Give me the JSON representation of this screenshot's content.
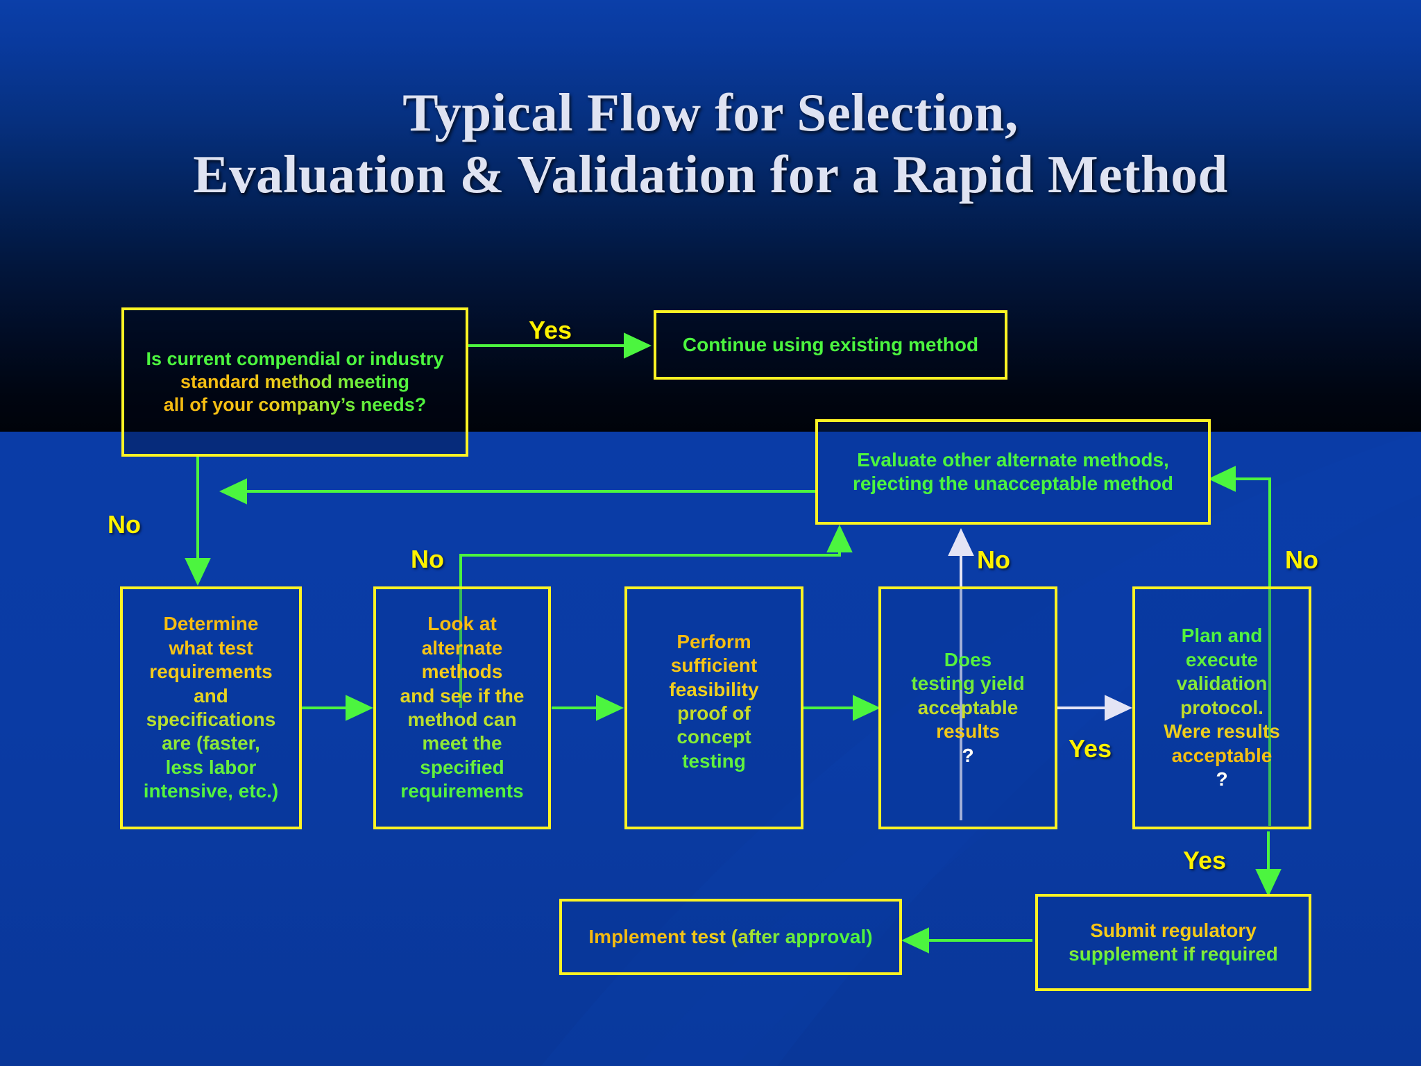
{
  "slide": {
    "title_line1": "Typical Flow for Selection,",
    "title_line2": "Evaluation & Validation for a Rapid Method",
    "background_top_color": "#0b3fa9",
    "background_bottom_color": "#0a3ca7",
    "box_border_color": "#fdf324",
    "text_gold_color": "#f4b70f",
    "text_green_color": "#4cf53f",
    "label_color": "#fff200",
    "arrow_green_color": "#4cf53f",
    "arrow_white_color": "#e4e4f5"
  },
  "nodes": {
    "decision_current_method": {
      "line1": "Is current compendial or industry",
      "line2": "standard method meeting",
      "line3": "all of your company’s needs?"
    },
    "continue_existing": {
      "line1": "Continue using existing method"
    },
    "evaluate_alternates": {
      "line1": "Evaluate other alternate methods,",
      "line2": "rejecting the unacceptable method"
    },
    "determine_requirements": {
      "line1": "Determine",
      "line2": "what test",
      "line3": "requirements",
      "line4": "and",
      "line5": "specifications",
      "line6": "are (faster,",
      "line7": "less labor",
      "line8": "intensive, etc.)"
    },
    "look_at_alternates": {
      "line1": "Look at",
      "line2": "alternate",
      "line3": "methods",
      "line4": "and see if the",
      "line5": "method can",
      "line6": "meet the",
      "line7": "specified",
      "line8": "requirements"
    },
    "feasibility": {
      "line1": "Perform",
      "line2": "sufficient",
      "line3": "feasibility",
      "line4": "proof of",
      "line5": "concept",
      "line6": "testing"
    },
    "testing_results": {
      "line1": "Does",
      "line2": "testing yield",
      "line3": "acceptable",
      "line4": "results",
      "qmark": "?"
    },
    "validation_protocol": {
      "line1": "Plan and",
      "line2": "execute",
      "line3": "validation",
      "line4": "protocol.",
      "line5": "Were results",
      "line6": "acceptable",
      "qmark": "?"
    },
    "submit_regulatory": {
      "line1": "Submit regulatory",
      "line2": "supplement if required"
    },
    "implement_test": {
      "line1": "Implement test (after approval)"
    }
  },
  "edge_labels": {
    "yes_top": "Yes",
    "no_left": "No",
    "no_look": "No",
    "no_testing": "No",
    "no_validation": "No",
    "yes_testing": "Yes",
    "yes_validation": "Yes"
  }
}
